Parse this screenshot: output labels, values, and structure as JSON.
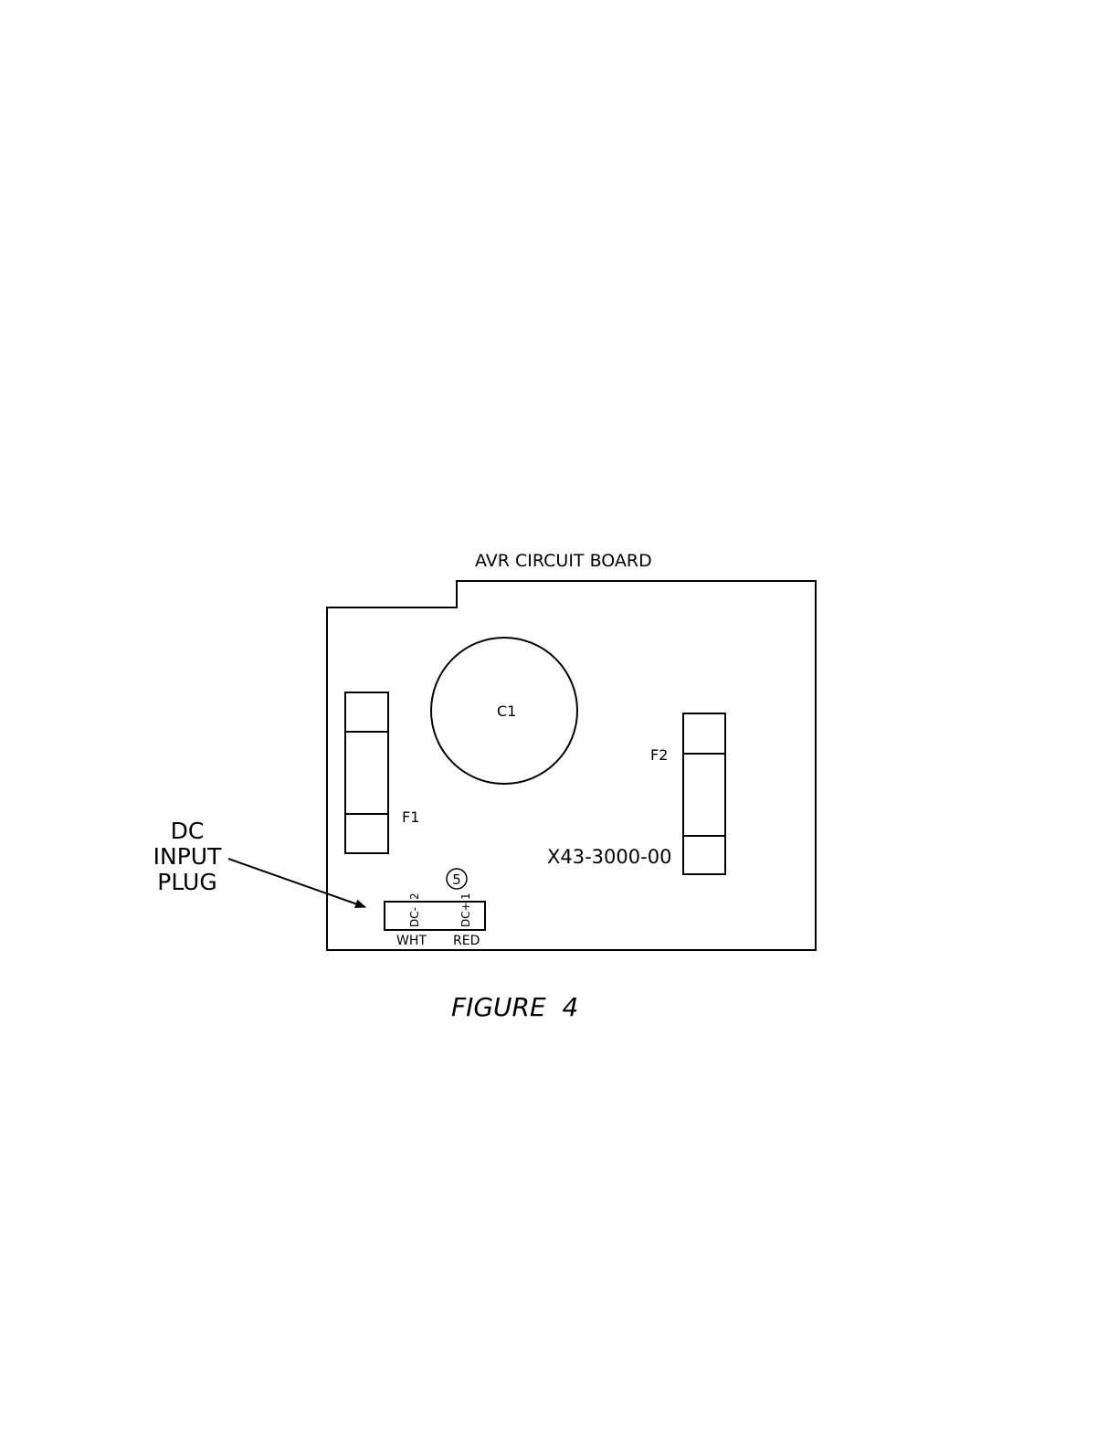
{
  "board": {
    "title": "AVR CIRCUIT BOARD",
    "part_number": "X43-3000-00"
  },
  "components": {
    "capacitor": "C1",
    "fuse_left": "F1",
    "fuse_right": "F2"
  },
  "connector": {
    "number": "5",
    "pin_left_label": "DC-",
    "pin_left_number": "2",
    "pin_right_label": "DC+",
    "pin_right_number": "1",
    "wire_left": "WHT",
    "wire_right": "RED"
  },
  "callout": {
    "line1": "DC",
    "line2": "INPUT",
    "line3": "PLUG"
  },
  "caption": "FIGURE  4",
  "colors": {
    "stroke": "#000000",
    "background": "#ffffff"
  }
}
